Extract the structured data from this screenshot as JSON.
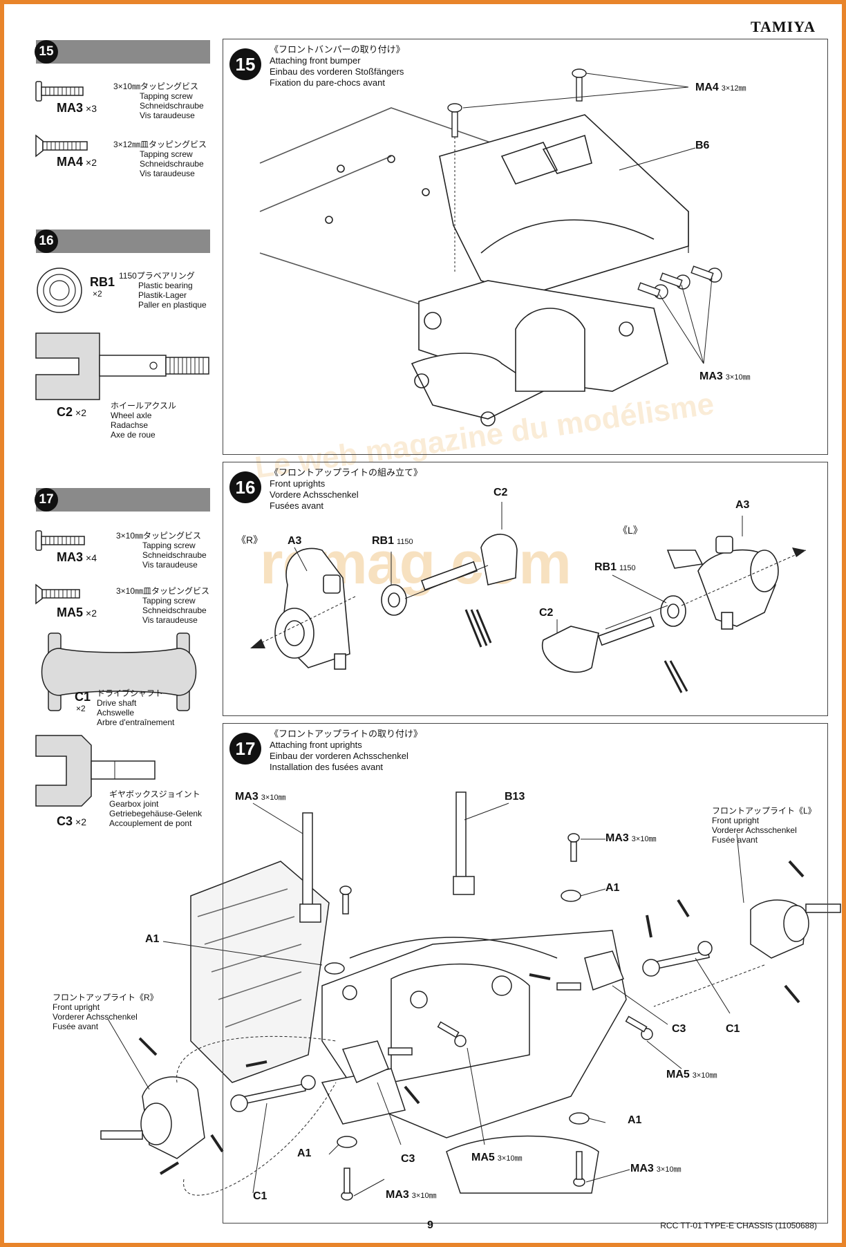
{
  "brand": "TAMIYA",
  "page_number": "9",
  "footer": "RCC TT-01 TYPE-E CHASSIS (11050688)",
  "watermark": {
    "main": "rcmag.com",
    "arc": "Le web magazine du modélisme"
  },
  "sidebar": {
    "s15": {
      "num": "15",
      "parts": [
        {
          "code": "MA3",
          "qty": "×3",
          "jp": "3×10㎜タッピングビス",
          "en": "Tapping screw",
          "de": "Schneidschraube",
          "fr": "Vis taraudeuse"
        },
        {
          "code": "MA4",
          "qty": "×2",
          "jp": "3×12㎜皿タッピングビス",
          "en": "Tapping screw",
          "de": "Schneidschraube",
          "fr": "Vis taraudeuse"
        }
      ]
    },
    "s16": {
      "num": "16",
      "parts": [
        {
          "code": "RB1",
          "qty": "×2",
          "jp": "1150プラベアリング",
          "en": "Plastic bearing",
          "de": "Plastik-Lager",
          "fr": "Paller en plastique"
        },
        {
          "code": "C2",
          "qty": "×2",
          "jp": "ホイールアクスル",
          "en": "Wheel axle",
          "de": "Radachse",
          "fr": "Axe de roue"
        }
      ]
    },
    "s17": {
      "num": "17",
      "parts": [
        {
          "code": "MA3",
          "qty": "×4",
          "jp": "3×10㎜タッピングビス",
          "en": "Tapping screw",
          "de": "Schneidschraube",
          "fr": "Vis taraudeuse"
        },
        {
          "code": "MA5",
          "qty": "×2",
          "jp": "3×10㎜皿タッピングビス",
          "en": "Tapping screw",
          "de": "Schneidschraube",
          "fr": "Vis taraudeuse"
        },
        {
          "code": "C1",
          "qty": "×2",
          "jp": "ドライブシャフト",
          "en": "Drive shaft",
          "de": "Achswelle",
          "fr": "Arbre d'entraînement"
        },
        {
          "code": "C3",
          "qty": "×2",
          "jp": "ギヤボックスジョイント",
          "en": "Gearbox joint",
          "de": "Getriebegehäuse-Gelenk",
          "fr": "Accouplement de pont"
        }
      ]
    }
  },
  "panels": {
    "p15": {
      "num": "15",
      "title": [
        "《フロントバンパーの取り付け》",
        "Attaching front bumper",
        "Einbau des vorderen Stoßfängers",
        "Fixation du pare-chocs avant"
      ],
      "labels": {
        "ma4": "MA4",
        "ma4_size": "3×12㎜",
        "b6": "B6",
        "ma3": "MA3",
        "ma3_size": "3×10㎜"
      }
    },
    "p16": {
      "num": "16",
      "title": [
        "《フロントアップライトの組み立て》",
        "Front uprights",
        "Vordere Achsschenkel",
        "Fusées avant"
      ],
      "labels": {
        "r": "《R》",
        "l": "《L》",
        "a3": "A3",
        "rb1": "RB1",
        "rb1_size": "1150",
        "c2": "C2"
      }
    },
    "p17": {
      "num": "17",
      "title": [
        "《フロントアップライトの取り付け》",
        "Attaching front uprights",
        "Einbau der vorderen Achsschenkel",
        "Installation des fusées avant"
      ],
      "upright_l": [
        "フロントアップライト《L》",
        "Front upright",
        "Vorderer Achsschenkel",
        "Fusée avant"
      ],
      "upright_r": [
        "フロントアップライト《R》",
        "Front upright",
        "Vorderer Achsschenkel",
        "Fusée avant"
      ],
      "labels": {
        "ma3": "MA3",
        "size10": "3×10㎜",
        "b13": "B13",
        "a1": "A1",
        "c1": "C1",
        "c3": "C3",
        "ma5": "MA5"
      }
    }
  }
}
